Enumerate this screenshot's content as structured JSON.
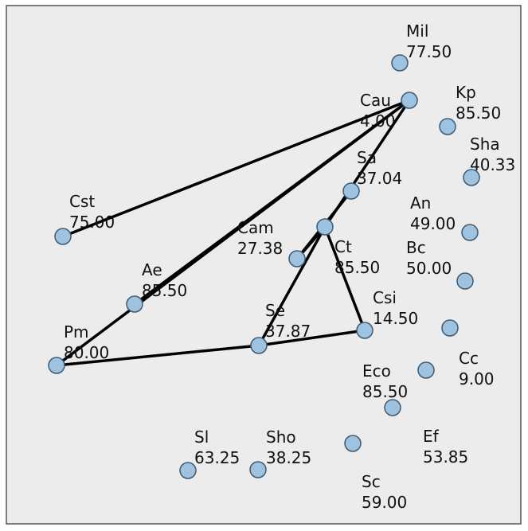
{
  "colors": {
    "background": "#ececec",
    "frame": "#555555",
    "node_fill": "#9dc3e0",
    "node_stroke": "#3f5a70",
    "edge": "#000000"
  },
  "nodes": [
    {
      "id": "Mil",
      "label": "Mil",
      "value": "77.50"
    },
    {
      "id": "Cau",
      "label": "Cau",
      "value": "4.00"
    },
    {
      "id": "Kp",
      "label": "Kp",
      "value": "85.50"
    },
    {
      "id": "Sha",
      "label": "Sha",
      "value": "40.33"
    },
    {
      "id": "Sa",
      "label": "Sa",
      "value": "37.04"
    },
    {
      "id": "An",
      "label": "An",
      "value": "49.00"
    },
    {
      "id": "Cst",
      "label": "Cst",
      "value": "75.00"
    },
    {
      "id": "Cam",
      "label": "Cam",
      "value": "27.38"
    },
    {
      "id": "Ct",
      "label": "Ct",
      "value": "85.50"
    },
    {
      "id": "Bc",
      "label": "Bc",
      "value": "50.00"
    },
    {
      "id": "Ae",
      "label": "Ae",
      "value": "85.50"
    },
    {
      "id": "Csi",
      "label": "Csi",
      "value": "14.50"
    },
    {
      "id": "Se",
      "label": "Se",
      "value": "37.87"
    },
    {
      "id": "Pm",
      "label": "Pm",
      "value": "80.00"
    },
    {
      "id": "Cc",
      "label": "Cc",
      "value": "9.00"
    },
    {
      "id": "Eco",
      "label": "Eco",
      "value": "85.50"
    },
    {
      "id": "Ef",
      "label": "Ef",
      "value": "53.85"
    },
    {
      "id": "Sl",
      "label": "Sl",
      "value": "63.25"
    },
    {
      "id": "Sho",
      "label": "Sho",
      "value": "38.25"
    },
    {
      "id": "Sc",
      "label": "Sc",
      "value": "59.00"
    }
  ],
  "edges": [
    {
      "from": "Cst",
      "to": "Cau"
    },
    {
      "from": "Ae",
      "to": "Cau"
    },
    {
      "from": "Pm",
      "to": "Cau"
    },
    {
      "from": "Cam",
      "to": "Sa"
    },
    {
      "from": "Cam",
      "to": "Ct"
    },
    {
      "from": "Ct",
      "to": "Cau"
    },
    {
      "from": "Ct",
      "to": "Csi"
    },
    {
      "from": "Se",
      "to": "Ct"
    },
    {
      "from": "Pm",
      "to": "Se"
    },
    {
      "from": "Se",
      "to": "Csi"
    }
  ]
}
